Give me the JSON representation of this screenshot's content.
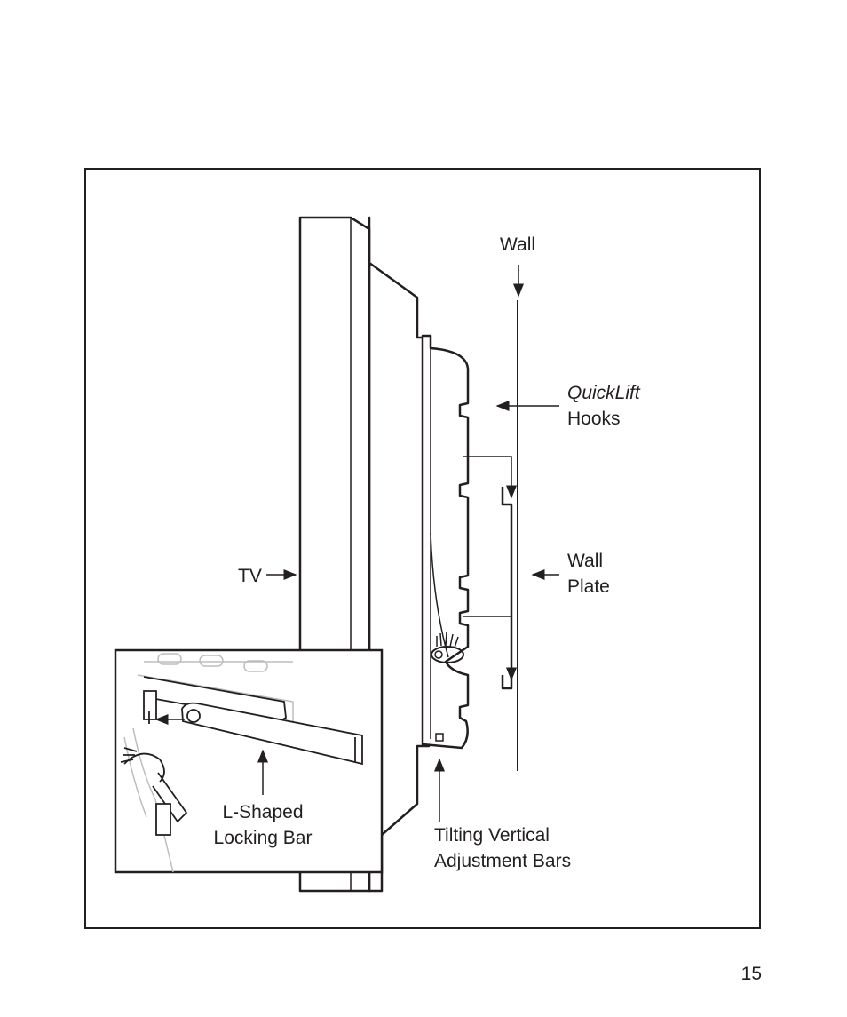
{
  "figure": {
    "labels": {
      "wall": "Wall",
      "quicklift_italic": "QuickLift",
      "quicklift_hooks": "Hooks",
      "wall_plate_line1": "Wall",
      "wall_plate_line2": "Plate",
      "tv": "TV",
      "locking_bar_line1": "L-Shaped",
      "locking_bar_line2": "Locking Bar",
      "tilting_line1": "Tilting Vertical",
      "tilting_line2": "Adjustment Bars"
    }
  },
  "page": {
    "number": "15"
  }
}
